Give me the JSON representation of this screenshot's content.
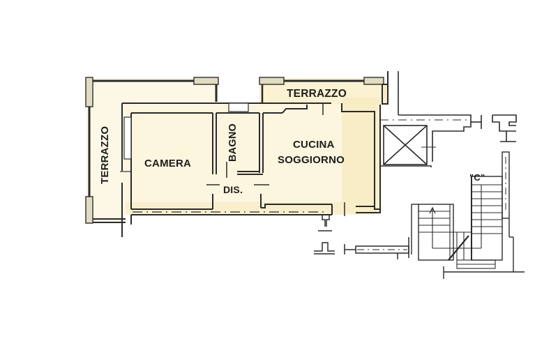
{
  "plan": {
    "colors": {
      "background": "#ffffff",
      "wall": "#2a2a2a",
      "tint": "#fbf3d6",
      "tint_strong": "#f3e6b4",
      "terrace_frame": "#d8d0b0"
    },
    "rooms": [
      {
        "id": "terrazzo-top",
        "label": "TERRAZZO"
      },
      {
        "id": "terrazzo-left",
        "label": "TERRAZZO"
      },
      {
        "id": "camera",
        "label": "CAMERA"
      },
      {
        "id": "bagno",
        "label": "BAGNO"
      },
      {
        "id": "cucina-soggiorno",
        "label_line1": "CUCINA",
        "label_line2": "SOGGIORNO"
      },
      {
        "id": "dis",
        "label": "DIS."
      }
    ],
    "stair_label": "\"C\"",
    "elevator_symbol": "elevator-shaft-x-icon"
  }
}
